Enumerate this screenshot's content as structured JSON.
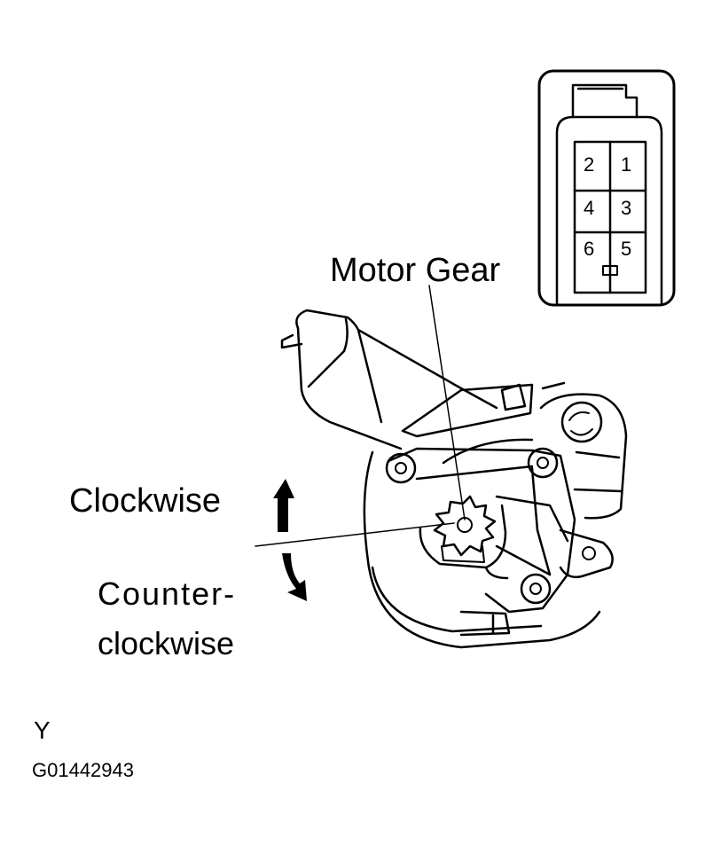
{
  "connector": {
    "pins": [
      "2",
      "1",
      "4",
      "3",
      "6",
      "5"
    ]
  },
  "labels": {
    "motor_gear": "Motor Gear",
    "clockwise": "Clockwise",
    "counter_line1": "Counter-",
    "counter_line2": "clockwise"
  },
  "footer": {
    "view_letter": "Y",
    "figure_code": "G01442943"
  },
  "colors": {
    "ink": "#000000",
    "paper": "#ffffff"
  }
}
